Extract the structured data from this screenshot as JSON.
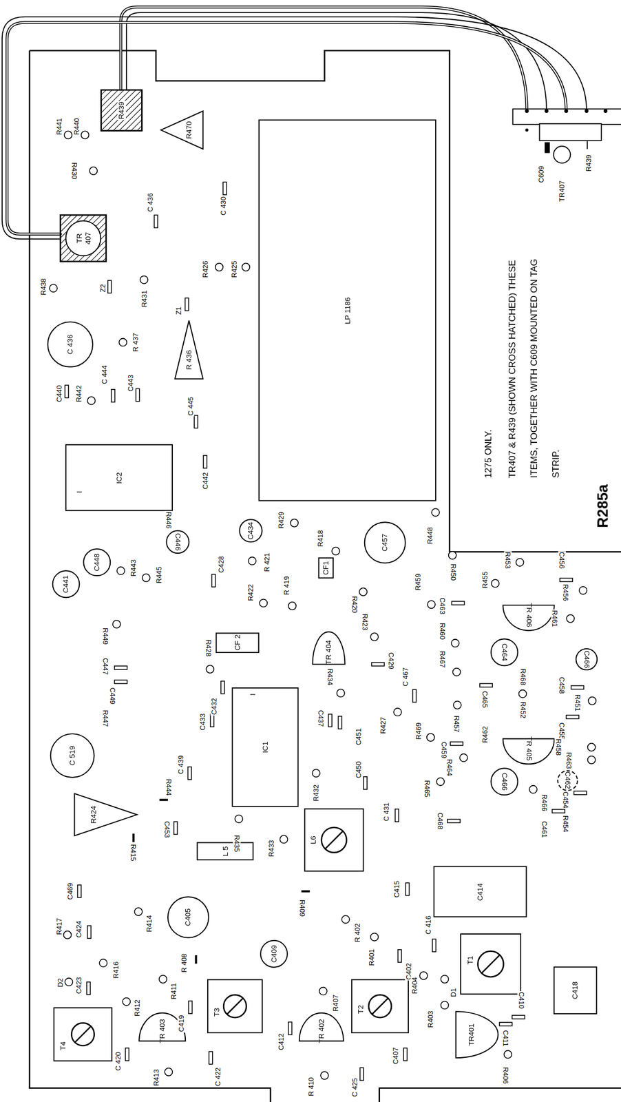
{
  "diagram": {
    "nodes": [
      {
        "text": [
          "R439"
        ]
      },
      {
        "text": [
          "R470"
        ]
      },
      {
        "text": [
          "TR 407"
        ]
      },
      {
        "text": [
          "LP 1186"
        ]
      },
      {
        "text": [
          "C 436"
        ]
      },
      {
        "text": [
          "R 436"
        ]
      },
      {
        "text": [
          "IC2",
          "I"
        ]
      },
      {
        "text": [
          "C434"
        ]
      },
      {
        "text": [
          "C446"
        ]
      },
      {
        "text": [
          "C448"
        ]
      },
      {
        "text": [
          "C441"
        ]
      },
      {
        "text": [
          "C457"
        ]
      },
      {
        "text": [
          "CF1"
        ]
      },
      {
        "text": [
          "CF 2"
        ]
      },
      {
        "text": [
          "TR 404"
        ]
      },
      {
        "text": [
          "C464"
        ]
      },
      {
        "text": [
          "C466"
        ]
      },
      {
        "text": [
          "TR 406"
        ]
      },
      {
        "text": [
          "IC1",
          "I"
        ]
      },
      {
        "text": [
          "C 519"
        ]
      },
      {
        "text": [
          "TR 405"
        ]
      },
      {
        "text": [
          "C466"
        ]
      },
      {
        "text": [
          "C462"
        ]
      },
      {
        "text": [
          "R424"
        ]
      },
      {
        "text": [
          "L 5"
        ]
      },
      {
        "text": [
          "L6"
        ]
      },
      {
        "text": [
          "C414"
        ]
      },
      {
        "text": [
          "C405"
        ]
      },
      {
        "text": [
          "C409"
        ]
      },
      {
        "text": [
          "T1"
        ]
      },
      {
        "text": [
          "T3"
        ]
      },
      {
        "text": [
          "T2"
        ]
      },
      {
        "text": [
          "T4"
        ]
      },
      {
        "text": [
          "TR 403"
        ]
      },
      {
        "text": [
          "TR 402"
        ]
      },
      {
        "text": [
          "TR401"
        ]
      },
      {
        "text": [
          "C418"
        ]
      }
    ],
    "labels": [
      "R441",
      "R440",
      "R430",
      "C 436",
      "C 430",
      "R426",
      "R425",
      "R431",
      "Z1",
      "Z2",
      "R438",
      "R 437",
      "C440",
      "R442",
      "C 444",
      "C443",
      "C 445",
      "C442",
      "R446",
      "R443",
      "R445",
      "C428",
      "R429",
      "R 421",
      "R418",
      "R448",
      "R450",
      "R453",
      "C456",
      "R422",
      "R 419",
      "R420",
      "R459",
      "C463",
      "R455",
      "R456",
      "R461",
      "R428",
      "R449",
      "C447",
      "C449",
      "R447",
      "R423",
      "C429",
      "R434",
      "C 467",
      "R460",
      "R467",
      "R468",
      "C465",
      "R452",
      "C458",
      "R451",
      "C455",
      "R427",
      "R457",
      "R462",
      "C437",
      "C451",
      "C432",
      "C433",
      "C 439",
      "R469",
      "C459",
      "R464",
      "R458",
      "R463",
      "C450",
      "R432",
      "R465",
      "R466",
      "C454",
      "R454",
      "C461",
      "C468",
      "C 431",
      "R444",
      "C453",
      "R415",
      "R435",
      "R433",
      "C469",
      "R414",
      "R409",
      "C415",
      "R417",
      "C424",
      "R416",
      "R 402",
      "R401",
      "C 416",
      "C402",
      "R 408",
      "D2",
      "C423",
      "R411",
      "R412",
      "C419",
      "C 420",
      "R413",
      "C 422",
      "R407",
      "C412",
      "R404",
      "D1",
      "R403",
      "C410",
      "C411",
      "C407",
      "R406",
      "R 410",
      "C 425",
      "R285a",
      "1275 ONLY.",
      "TR407 & R439 (SHOWN CROSS HATCHED) THESE ITEMS, TOGETHER WITH C609 MOUNTED ON TAG STRIP.",
      "C609",
      "TR407",
      "R439"
    ]
  }
}
